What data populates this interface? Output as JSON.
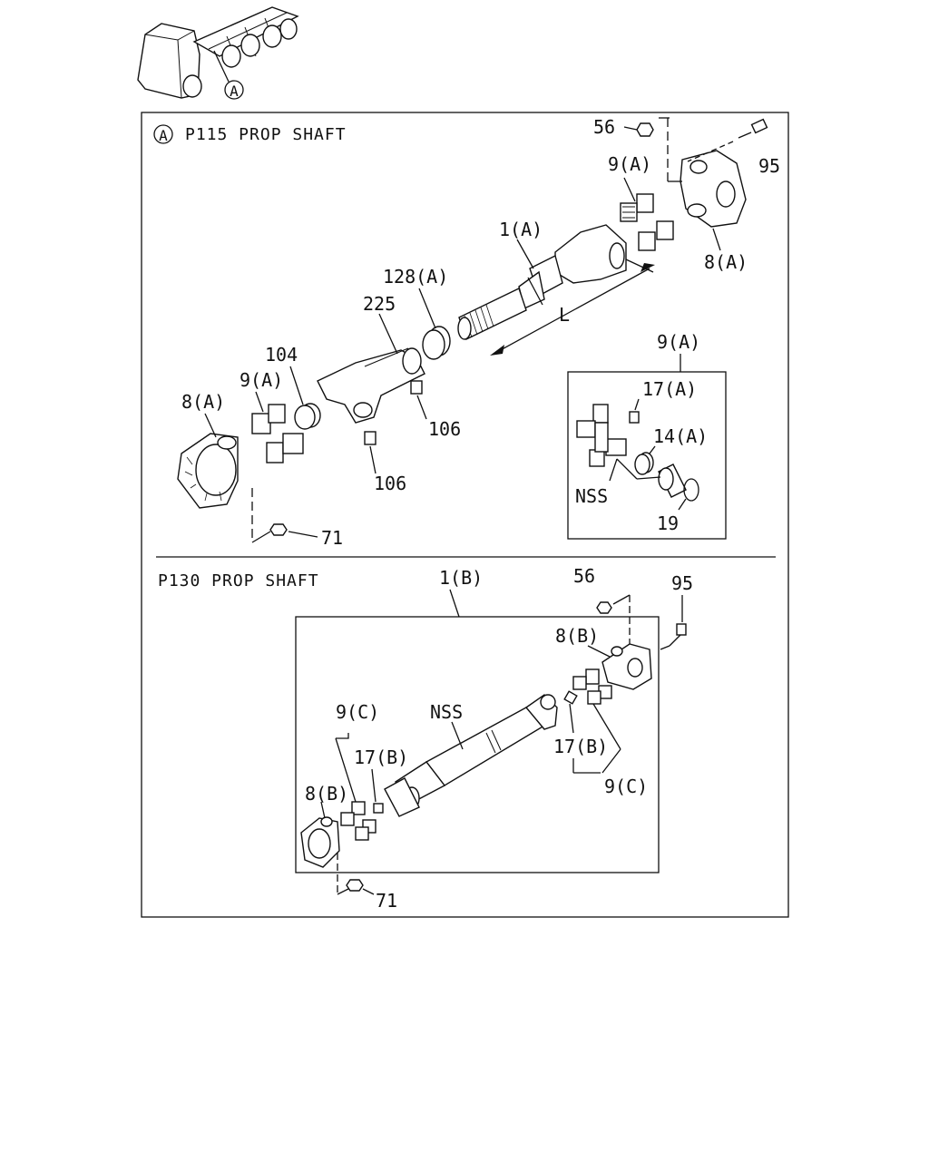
{
  "vehicle": {
    "callout": "A"
  },
  "sections": [
    {
      "title": "P115 PROP SHAFT",
      "title_marker": "A",
      "labels": {
        "p56": "56",
        "p95": "95",
        "p9a_top": "9(A)",
        "p8a_top": "8(A)",
        "p1a": "1(A)",
        "pL": "L",
        "p128a": "128(A)",
        "p225": "225",
        "p104": "104",
        "p9a_left": "9(A)",
        "p8a_left": "8(A)",
        "p106_a": "106",
        "p106_b": "106",
        "p71": "71"
      },
      "inset": {
        "title": "9(A)",
        "labels": {
          "p17a": "17(A)",
          "p14a": "14(A)",
          "nss": "NSS",
          "p19": "19"
        }
      }
    },
    {
      "title": "P130 PROP SHAFT",
      "labels": {
        "p1b": "1(B)",
        "p56": "56",
        "p95": "95",
        "p8b_top": "8(B)",
        "nss": "NSS",
        "p9c_left": "9(C)",
        "p17b_left": "17(B)",
        "p17b_right": "17(B)",
        "p9c_right": "9(C)",
        "p8b_left": "8(B)",
        "p71": "71"
      }
    }
  ]
}
